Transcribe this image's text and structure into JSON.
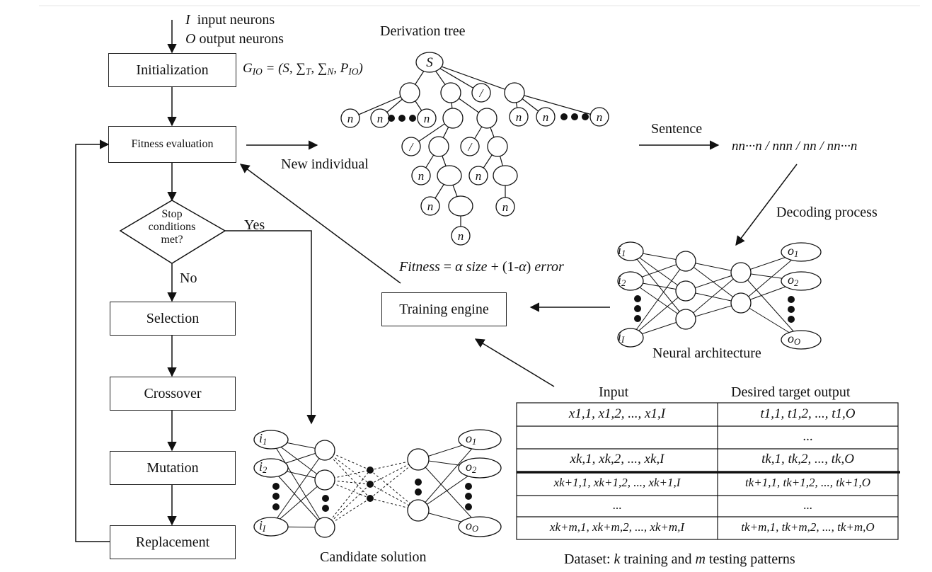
{
  "flowchart": {
    "input_note": {
      "var": "I",
      "text": "input neurons"
    },
    "output_note": {
      "var": "O",
      "text": "output neurons"
    },
    "initialization": "Initialization",
    "fitness_evaluation": "Fitness evaluation",
    "stop_condition": [
      "Stop",
      "conditions",
      "met?"
    ],
    "yes_label": "Yes",
    "no_label": "No",
    "selection": "Selection",
    "crossover": "Crossover",
    "mutation": "Mutation",
    "replacement": "Replacement"
  },
  "grammar": {
    "g": "G",
    "g_sub": "IO",
    "body": "= (S, ∑",
    "t_sub": "T",
    "comma": ", ∑",
    "n_sub": "N",
    "p": ", P",
    "p_sub": "IO",
    "close": ")"
  },
  "derivation_tree": {
    "title": "Derivation tree",
    "root": "S",
    "terminal": "n",
    "separator": "/"
  },
  "labels": {
    "new_individual": "New individual",
    "sentence": "Sentence",
    "sentence_value": "nn···n / nnn / nn / nn···n",
    "decoding_process": "Decoding process",
    "fitness_formula": {
      "lhs": "Fitness",
      "eq": " = ",
      "alpha": "α",
      "size": " size",
      "plus": " + (1-",
      "alpha2": "α",
      "close": ") ",
      "error": "error"
    },
    "training_engine": "Training engine",
    "neural_architecture": "Neural architecture",
    "candidate_solution": "Candidate solution"
  },
  "network_labels": {
    "i": "i",
    "o": "o",
    "sub_1": "1",
    "sub_2": "2",
    "sub_I": "I",
    "sub_O": "O"
  },
  "dataset": {
    "col_input": "Input",
    "col_output": "Desired target output",
    "rows": [
      {
        "input": "x1,1, x1,2, ..., x1,I",
        "output": "t1,1, t1,2, ..., t1,O"
      },
      {
        "input": "",
        "output": "..."
      },
      {
        "input": "xk,1, xk,2, ..., xk,I",
        "output": "tk,1, tk,2, ..., tk,O"
      },
      {
        "input": "xk+1,1, xk+1,2, ..., xk+1,I",
        "output": "tk+1,1, tk+1,2, ..., tk+1,O"
      },
      {
        "input": "...",
        "output": "..."
      },
      {
        "input": "xk+m,1, xk+m,2, ..., xk+m,I",
        "output": "tk+m,1, tk+m,2, ..., tk+m,O"
      }
    ],
    "caption": {
      "a": "Dataset: ",
      "k": "k",
      "b": " training and ",
      "m": "m",
      "c": " testing patterns"
    }
  }
}
